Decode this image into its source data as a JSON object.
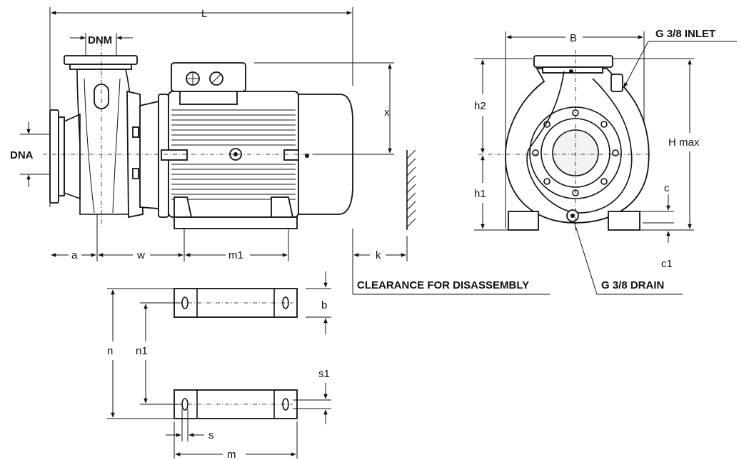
{
  "labels": {
    "L": "L",
    "DNM": "DNM",
    "DNA": "DNA",
    "x": "x",
    "a": "a",
    "w": "w",
    "m1": "m1",
    "k": "k",
    "clearance": "CLEARANCE FOR DISASSEMBLY",
    "B": "B",
    "inlet": "G 3/8 INLET",
    "h2": "h2",
    "h1": "h1",
    "Hmax": "H  max",
    "c": "c",
    "c1": "c1",
    "drain": "G 3/8 DRAIN",
    "b": "b",
    "n": "n",
    "n1": "n1",
    "s1": "s1",
    "s": "s",
    "m": "m"
  }
}
